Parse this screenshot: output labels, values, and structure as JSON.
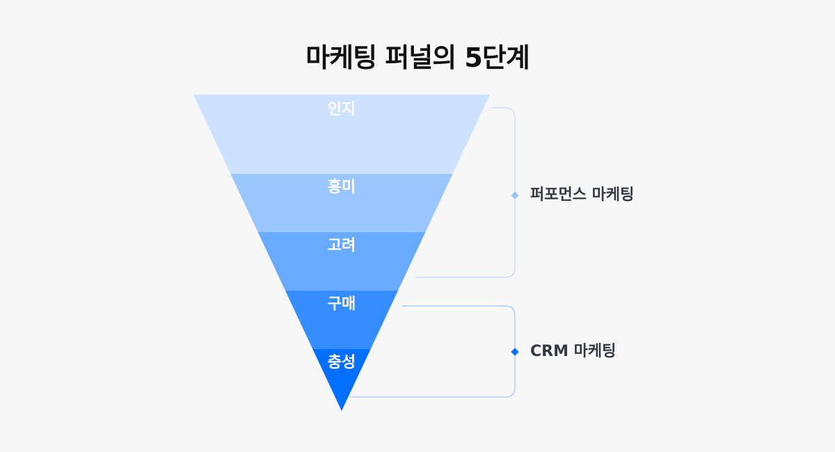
{
  "title": "마케팅 퍼널의 5단계",
  "stages": [
    {
      "label": "인지",
      "color": "#cde2ff"
    },
    {
      "label": "흥미",
      "color": "#9ac6ff"
    },
    {
      "label": "고려",
      "color": "#68aaff"
    },
    {
      "label": "구매",
      "color": "#358dff"
    },
    {
      "label": "충성",
      "color": "#036fff"
    }
  ],
  "groups": [
    {
      "label": "퍼포먼스 마케팅",
      "stage_span": [
        "인지",
        "고려"
      ],
      "marker_color": "#9ac6ff"
    },
    {
      "label": "CRM 마케팅",
      "stage_span": [
        "구매",
        "충성"
      ],
      "marker_color": "#036fff"
    }
  ],
  "colors": {
    "background": "#f7f7f8",
    "bracket_top": "#c8dcf7",
    "bracket_bottom": "#9fc4f4"
  }
}
